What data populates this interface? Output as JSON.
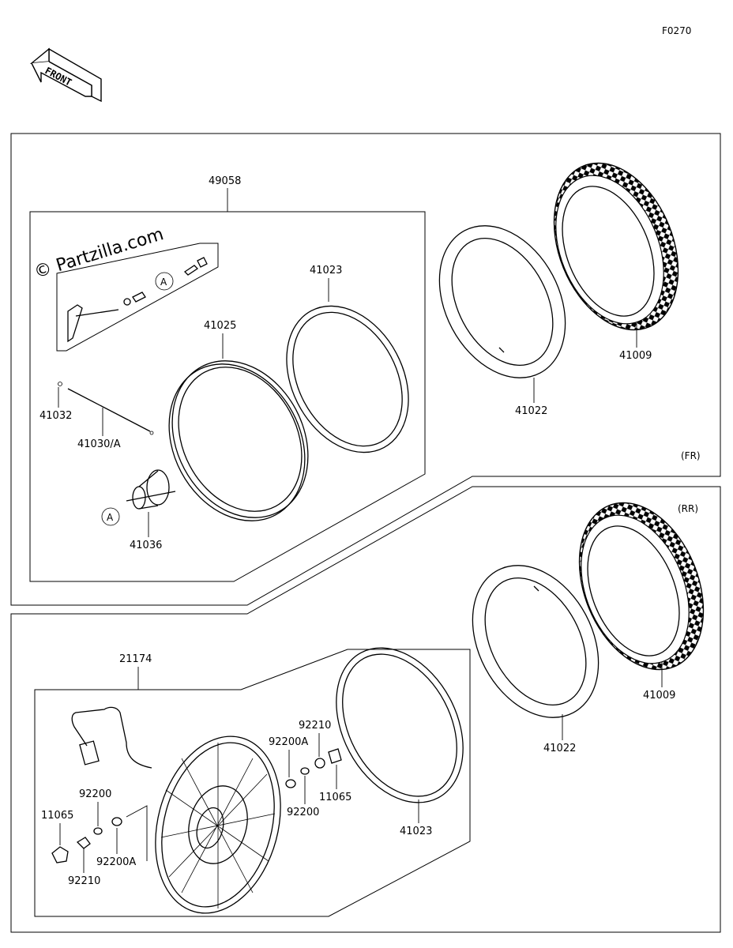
{
  "diagram_code": "F0270",
  "front_arrow_label": "FRONT",
  "watermark": "© Partzilla.com",
  "sections": {
    "front_label": "(FR)",
    "rear_label": "(RR)"
  },
  "callout_A": "A",
  "labels": {
    "p49058": "49058",
    "p41023_fr": "41023",
    "p41025": "41025",
    "p41032": "41032",
    "p41030A": "41030/A",
    "p41036": "41036",
    "p41009_fr": "41009",
    "p41022_fr": "41022",
    "p21174": "21174",
    "p41023_rr": "41023",
    "p41009_rr": "41009",
    "p41022_rr": "41022",
    "p92210_r": "92210",
    "p92200A_r": "92200A",
    "p11065_r": "11065",
    "p92200_r": "92200",
    "p92200_l": "92200",
    "p11065_l": "11065",
    "p92200A_l": "92200A",
    "p92210_l": "92210"
  }
}
